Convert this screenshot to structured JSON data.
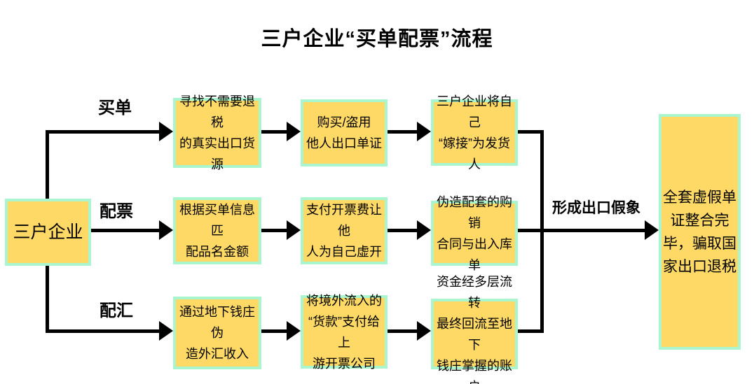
{
  "title": "三户企业“买单配票”流程",
  "colors": {
    "box_fill": "#FFD966",
    "box_border": "#A9F5CE",
    "connector": "#000000",
    "background": "#FFFFFF",
    "text": "#000000"
  },
  "flowchart": {
    "start": {
      "label": "三户企业"
    },
    "branches": [
      {
        "label": "买单",
        "steps": [
          "寻找不需要退税\n的真实出口货源",
          "购买/盗用\n他人出口单证",
          "三户企业将自己\n“嫁接”为发货人"
        ]
      },
      {
        "label": "配票",
        "steps": [
          "根据买单信息匹\n配品名金额",
          "支付开票费让他\n人为自己虚开",
          "伪造配套的购销\n合同与出入库单"
        ]
      },
      {
        "label": "配汇",
        "steps": [
          "通过地下钱庄伪\n造外汇收入",
          "将境外流入的\n“货款”支付给上\n游开票公司",
          "资金经多层流转\n最终回流至地下\n钱庄掌握的账户"
        ]
      }
    ],
    "merge_label": "形成出口假象",
    "result": {
      "label": "全套虚假单\n证整合完\n毕，骗取国\n家出口退税"
    }
  }
}
